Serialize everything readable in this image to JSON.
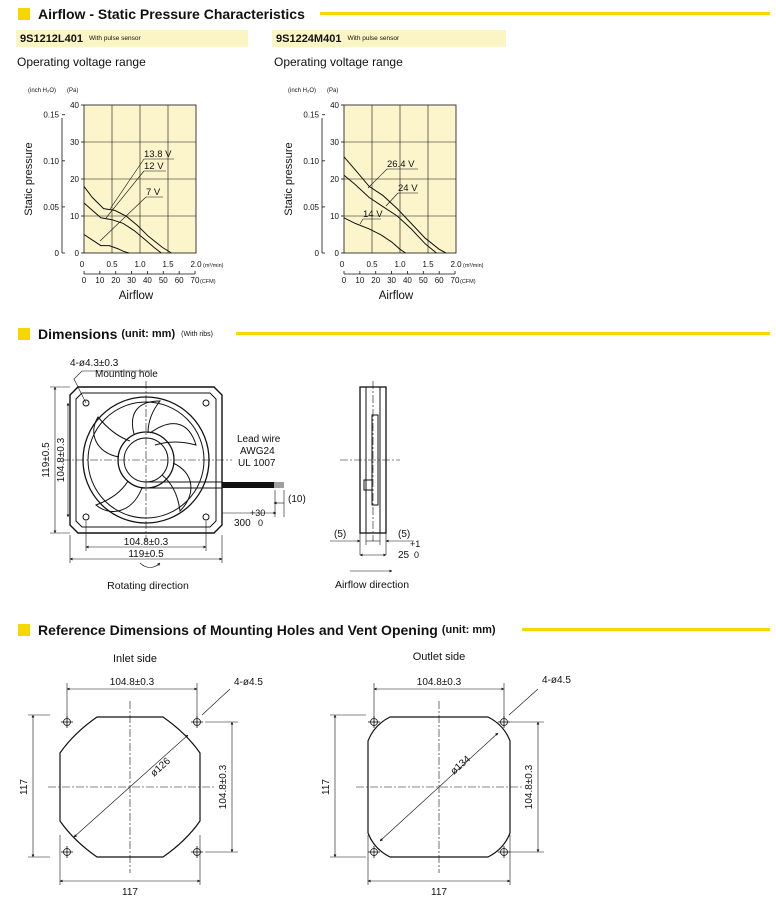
{
  "sections": {
    "airflow": {
      "title": "Airflow - Static Pressure Characteristics"
    },
    "dimensions": {
      "title": "Dimensions",
      "unit": "(unit: mm)",
      "note": "(With ribs)"
    },
    "reference": {
      "title": "Reference Dimensions of Mounting Holes and Vent Opening",
      "unit": "(unit: mm)"
    }
  },
  "charts": {
    "left": {
      "model": "9S1212L401",
      "model_note": "With pulse sensor",
      "subtitle": "Operating voltage range",
      "curve_labels": [
        "13.8 V",
        "12 V",
        "7 V"
      ]
    },
    "right": {
      "model": "9S1224M401",
      "model_note": "With pulse sensor",
      "subtitle": "Operating voltage range",
      "curve_labels": [
        "26.4 V",
        "24 V",
        "14 V"
      ]
    },
    "axes": {
      "inch_unit": "(inch H₂O)",
      "pa_unit": "(Pa)",
      "ylabel": "Static pressure",
      "xlabel": "Airflow",
      "m3_unit": "(m³/min)",
      "cfm_unit": "(CFM)",
      "inch_ticks": [
        "0",
        "0.05",
        "0.10",
        "0.15"
      ],
      "pa_ticks": [
        "0",
        "10",
        "20",
        "30",
        "40"
      ],
      "m3_ticks": [
        "0",
        "0.5",
        "1.0",
        "1.5",
        "2.0"
      ],
      "cfm_ticks": [
        "0",
        "10",
        "20",
        "30",
        "40",
        "50",
        "60",
        "70"
      ]
    }
  },
  "chart_data": [
    {
      "type": "line",
      "title": "9S1212L401",
      "xlabel": "Airflow",
      "ylabel": "Static pressure",
      "x_unit": "m³/min",
      "y_unit": "Pa",
      "xlim": [
        0,
        2.0
      ],
      "ylim": [
        0,
        40
      ],
      "grid": true,
      "series": [
        {
          "name": "13.8 V",
          "x": [
            0,
            0.15,
            0.35,
            0.55,
            0.75,
            0.95,
            1.15,
            1.4,
            1.56
          ],
          "y": [
            18,
            15,
            12,
            11.5,
            10,
            7.5,
            4.5,
            1.5,
            0
          ]
        },
        {
          "name": "12 V",
          "x": [
            0,
            0.15,
            0.3,
            0.5,
            0.7,
            0.9,
            1.1,
            1.25,
            1.38
          ],
          "y": [
            13.5,
            11.5,
            9.5,
            9,
            8,
            6,
            3.5,
            1.5,
            0
          ]
        },
        {
          "name": "7 V",
          "x": [
            0,
            0.15,
            0.3,
            0.45,
            0.6,
            0.7,
            0.8
          ],
          "y": [
            5,
            3.5,
            2,
            2,
            1.2,
            0.5,
            0
          ]
        }
      ]
    },
    {
      "type": "line",
      "title": "9S1224M401",
      "xlabel": "Airflow",
      "ylabel": "Static pressure",
      "x_unit": "m³/min",
      "y_unit": "Pa",
      "xlim": [
        0,
        2.0
      ],
      "ylim": [
        0,
        40
      ],
      "grid": true,
      "series": [
        {
          "name": "26.4 V",
          "x": [
            0,
            0.2,
            0.45,
            0.7,
            0.95,
            1.2,
            1.45,
            1.7,
            1.82
          ],
          "y": [
            26,
            22.5,
            18,
            15.5,
            12,
            8,
            4,
            1,
            0
          ]
        },
        {
          "name": "24 V",
          "x": [
            0,
            0.2,
            0.45,
            0.7,
            0.95,
            1.2,
            1.45,
            1.65
          ],
          "y": [
            21,
            18.5,
            15,
            12.5,
            10,
            6.5,
            2.5,
            0
          ]
        },
        {
          "name": "14 V",
          "x": [
            0,
            0.2,
            0.45,
            0.65,
            0.85,
            1.0,
            1.1
          ],
          "y": [
            9.5,
            8,
            6.5,
            5,
            3,
            1,
            0
          ]
        }
      ]
    }
  ],
  "dimensions": {
    "mounting_hole": "4-ø4.3±0.3",
    "mounting_hole_label": "Mounting hole",
    "lead_wire": [
      "Lead wire",
      "AWG24",
      "UL 1007"
    ],
    "height_outer": "119±0.5",
    "height_pitch": "104.8±0.3",
    "width_pitch": "104.8±0.3",
    "width_outer": "119±0.5",
    "wire_len": "300",
    "wire_len_tol_plus": "+30",
    "wire_len_tol_minus": "0",
    "wire_strip": "(10)",
    "side_gap": "(5)",
    "side_gap_right": "(5)",
    "thickness": "25",
    "thickness_tol_plus": "+1",
    "thickness_tol_minus": "0",
    "rotating": "Rotating direction",
    "airflow_dir": "Airflow direction"
  },
  "reference": {
    "inlet": {
      "title": "Inlet side",
      "pitch": "104.8±0.3",
      "hole": "4-ø4.5",
      "diameter": "ø126",
      "outer": "117",
      "vpitch": "104.8±0.3"
    },
    "outlet": {
      "title": "Outlet side",
      "pitch": "104.8±0.3",
      "hole": "4-ø4.5",
      "diameter": "ø134",
      "outer": "117",
      "vpitch": "104.8±0.3"
    }
  }
}
